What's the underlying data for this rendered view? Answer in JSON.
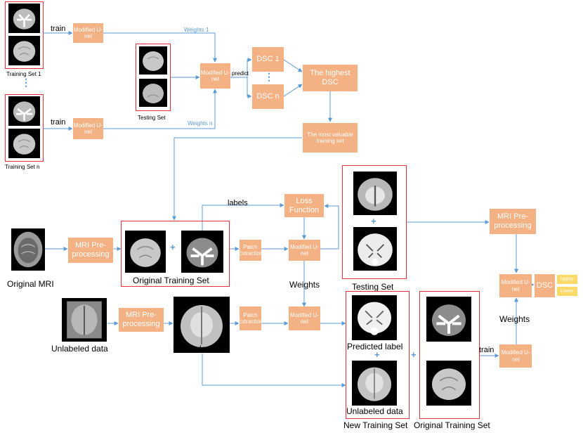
{
  "boxes": {
    "mu_train1": "Modified U-net",
    "mu_trainn": "Modified U-net",
    "mu_predict": "Modified U-net",
    "dsc1": "DSC 1",
    "dscn": "DSC n",
    "highest": "The highest DSC",
    "most_valuable": "The most valuable training set",
    "loss": "Loss Function",
    "mri_pre_1": "MRI Pre-processing",
    "patch_1": "Patch Extraction",
    "mu_main": "Modified U-net",
    "mri_pre_2": "MRI Pre-processing",
    "patch_2": "Patch Extraction",
    "mu_unlab": "Modified U-net",
    "mri_pre_3": "MRI Pre-processing",
    "mu_final": "Modified U-net",
    "dsc_final": "DSC",
    "mu_retrain": "Modified U-net",
    "higher": "higher",
    "lower": "Lower"
  },
  "labels": {
    "training_set_1": "Training Set 1",
    "training_set_n": "Training Set n",
    "testing_set_top": "Testing Set",
    "train_1": "train",
    "train_n": "train",
    "weights_1": "Weights 1",
    "weights_n": "Weights n",
    "predict": "predict",
    "labels": "labels",
    "original_mri": "Original MRI",
    "original_training_set": "Original Training Set",
    "weights_mid": "Weights",
    "testing_set_mid": "Testing Set",
    "unlabeled_data_1": "Unlabeled data",
    "unlabeled_data_2": "Unlabeled data",
    "predicted_label": "Predicted label",
    "unlabeled_data_3": "Unlabeled data",
    "new_training_set": "New Training Set",
    "original_training_set_2": "Original Training Set",
    "weights_right": "Weights",
    "train_final": "train"
  },
  "symbols": {
    "plus": "+",
    "dots": "⋮"
  },
  "colors": {
    "box": "#f4b183",
    "arrow": "#5b9bd5",
    "frame": "#e8323c",
    "yellow": "#ffd966"
  }
}
